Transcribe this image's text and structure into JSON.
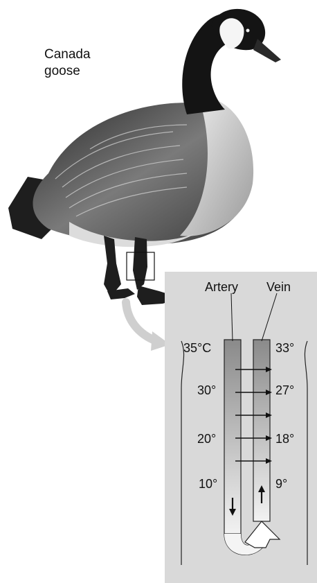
{
  "goose": {
    "label_line1": "Canada",
    "label_line2": "goose"
  },
  "inset": {
    "artery_label": "Artery",
    "vein_label": "Vein",
    "artery_temps": [
      "35°C",
      "30°",
      "20°",
      "10°"
    ],
    "vein_temps": [
      "33°",
      "27°",
      "18°",
      "9°"
    ],
    "heat_arrow_count": 5,
    "colors": {
      "panel": "#d9d9d9",
      "vessel_top": "#8a8a8a",
      "vessel_bottom": "#f4f4f4"
    }
  }
}
